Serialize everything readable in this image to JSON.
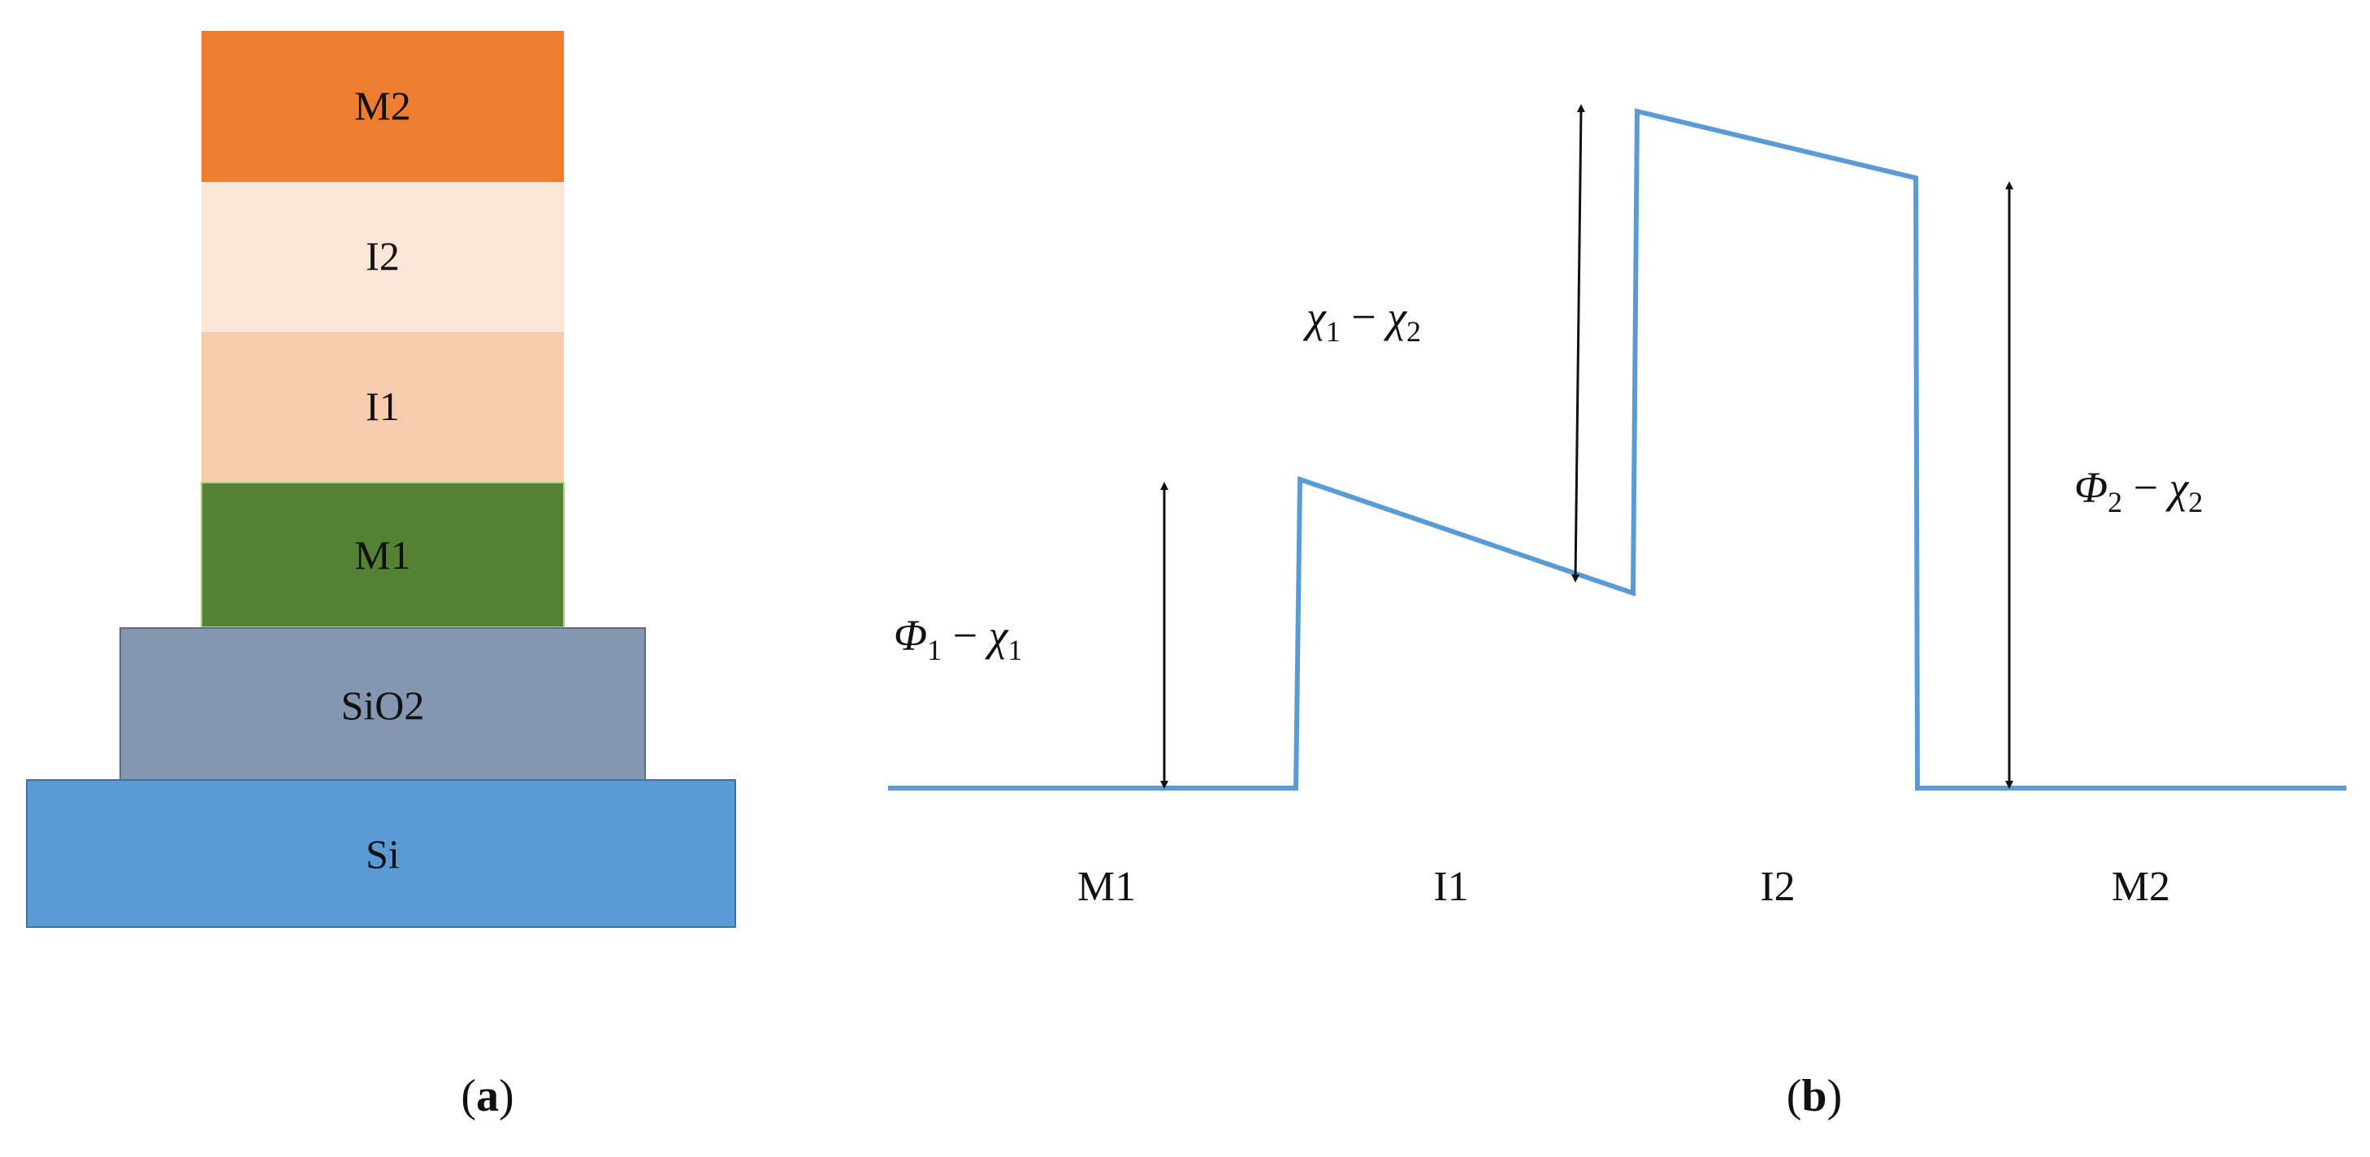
{
  "panel_a": {
    "caption_open": "(",
    "caption_letter": "a",
    "caption_close": ")",
    "layers": [
      {
        "label": "M2",
        "color": "#ED7D31"
      },
      {
        "label": "I2",
        "color": "#FBE5D6"
      },
      {
        "label": "I1",
        "color": "#F8CBAD"
      },
      {
        "label": "M1",
        "color": "#548235"
      },
      {
        "label": "SiO2",
        "color": "#8497B0"
      },
      {
        "label": "Si",
        "color": "#5B9BD5"
      }
    ]
  },
  "panel_b": {
    "caption_open": "(",
    "caption_letter": "b",
    "caption_close": ")",
    "line_color": "#5B9BD5",
    "regions": [
      "M1",
      "I1",
      "I2",
      "M2"
    ],
    "labels": {
      "phi1_chi1": {
        "a": "Φ",
        "a_sub": "1",
        "op": " − ",
        "b": "χ",
        "b_sub": "1"
      },
      "chi1_chi2": {
        "a": "χ",
        "a_sub": "1",
        "op": " − ",
        "b": "χ",
        "b_sub": "2"
      },
      "phi2_chi2": {
        "a": "Φ",
        "a_sub": "2",
        "op": " − ",
        "b": "χ",
        "b_sub": "2"
      }
    }
  }
}
